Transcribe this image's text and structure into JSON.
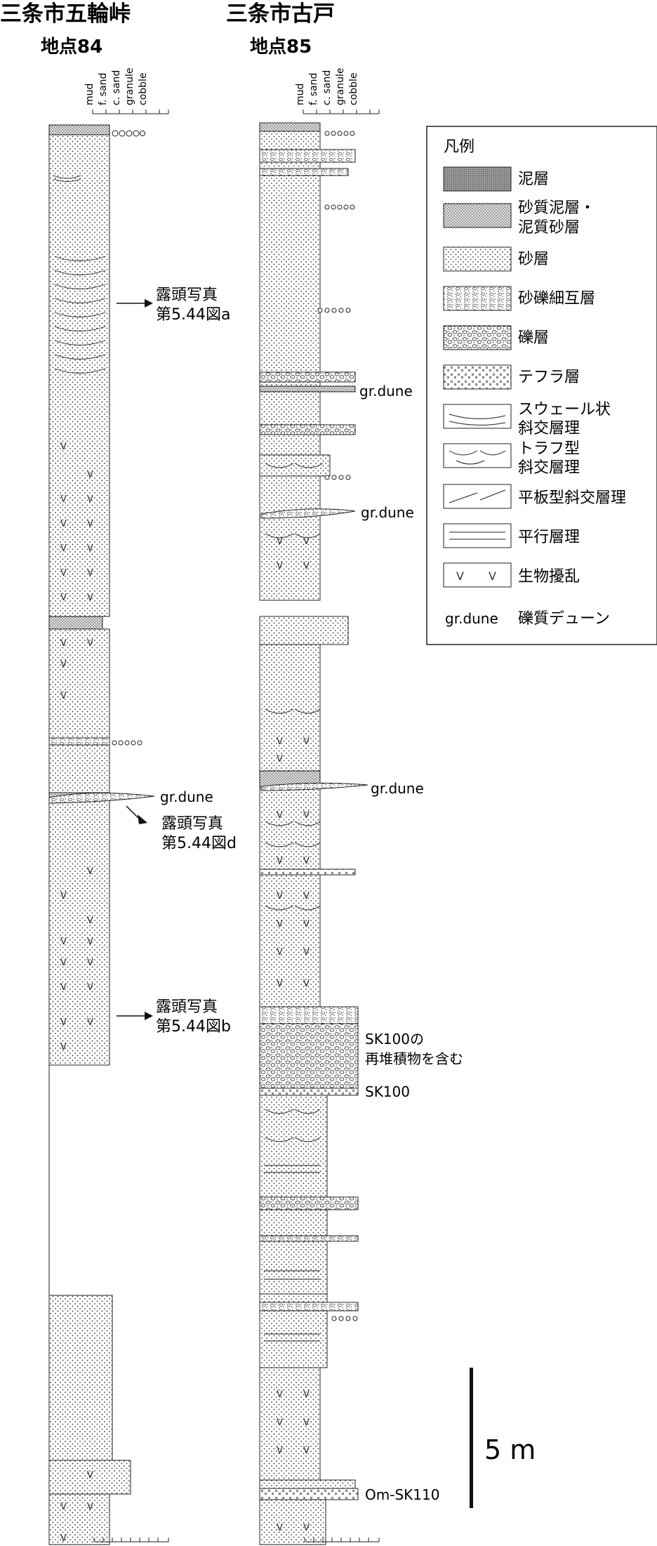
{
  "site1": {
    "title": "三条市五輪峠",
    "point": "地点84"
  },
  "site2": {
    "title": "三条市古戸",
    "point": "地点85"
  },
  "grain_scale": [
    "mud",
    "f. sand",
    "c. sand",
    "granule",
    "cobble"
  ],
  "legend": {
    "title": "凡例",
    "items": [
      {
        "pattern": "mud",
        "label": "泥層"
      },
      {
        "pattern": "sandy-mud",
        "label": "砂質泥層・",
        "label2": "泥質砂層"
      },
      {
        "pattern": "sand",
        "label": "砂層"
      },
      {
        "pattern": "sand-gravel",
        "label": "砂礫細互層"
      },
      {
        "pattern": "gravel",
        "label": "礫層"
      },
      {
        "pattern": "tephra",
        "label": "テフラ層"
      },
      {
        "pattern": "swaley",
        "label": "スウェール状",
        "label2": "斜交層理"
      },
      {
        "pattern": "trough",
        "label": "トラフ型",
        "label2": "斜交層理"
      },
      {
        "pattern": "planar",
        "label": "平板型斜交層理"
      },
      {
        "pattern": "parallel",
        "label": "平行層理"
      },
      {
        "pattern": "bioturbation",
        "label": "生物擾乱"
      },
      {
        "pattern": "grdune",
        "symbol": "gr.dune",
        "label": "礫質デューン"
      }
    ]
  },
  "annotations": {
    "photo_a": {
      "line1": "露頭写真",
      "line2": "第5.44図a"
    },
    "photo_d": {
      "line1": "露頭写真",
      "line2": "第5.44図d"
    },
    "photo_b": {
      "line1": "露頭写真",
      "line2": "第5.44図b"
    },
    "grdune1": "gr.dune",
    "grdune2": "gr.dune",
    "grdune3": "gr.dune",
    "grdune4": "gr.dune",
    "sk100_re1": "SK100の",
    "sk100_re2": "再堆積物を含む",
    "sk100": "SK100",
    "omsk110": "Om-SK110"
  },
  "scale_bar": {
    "label": "5 m"
  }
}
